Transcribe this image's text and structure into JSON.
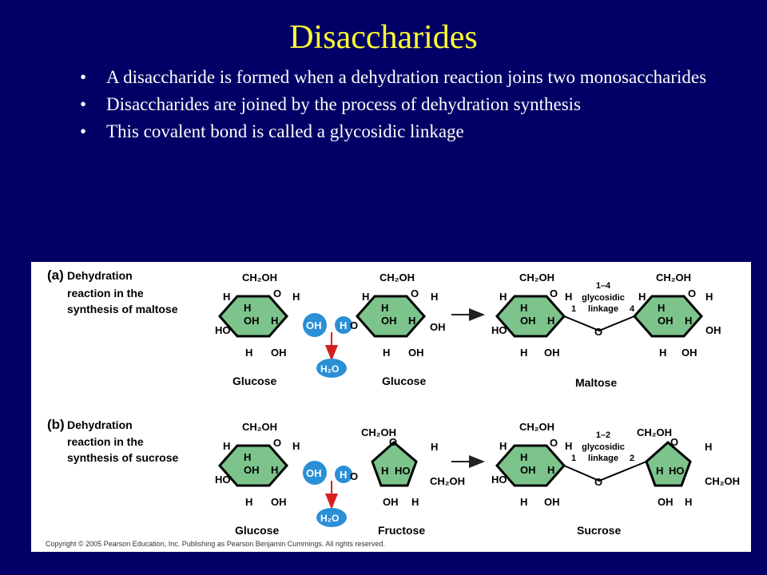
{
  "slide": {
    "title": "Disaccharides",
    "bullets": [
      "A disaccharide is formed when a dehydration reaction joins two monosaccharides",
      "Disaccharides are joined by the process of dehydration synthesis",
      "This covalent bond is called a glycosidic linkage"
    ],
    "bullet_glyph": "•"
  },
  "figure": {
    "panel_a": {
      "letter": "(a)",
      "caption_lines": [
        "Dehydration",
        "reaction in the",
        "synthesis  of maltose"
      ],
      "reactant_1": "Glucose",
      "reactant_2": "Glucose",
      "product": "Maltose",
      "linkage_lines": [
        "1–4",
        "glycosidic",
        "linkage"
      ],
      "linkage_carbon_left": "1",
      "linkage_carbon_right": "4"
    },
    "panel_b": {
      "letter": "(b)",
      "caption_lines": [
        "Dehydration",
        "reaction in the",
        "synthesis  of sucrose"
      ],
      "reactant_1": "Glucose",
      "reactant_2": "Fructose",
      "product": "Sucrose",
      "linkage_lines": [
        "1–2",
        "glycosidic",
        "linkage"
      ],
      "linkage_carbon_left": "1",
      "linkage_carbon_right": "2"
    },
    "oh_label": "OH",
    "h_label": "H",
    "water_label": "H₂O",
    "atom_labels": {
      "ch2oh": "CH₂OH",
      "h": "H",
      "oh": "OH",
      "ho": "HO",
      "o": "O"
    },
    "copyright": "Copyright © 2005 Pearson Education, Inc. Publishing as Pearson Benjamin Cummings. All rights reserved."
  },
  "colors": {
    "background": "#000066",
    "title": "#ffff33",
    "ring_fill": "#7cc48c",
    "highlight": "#2b8fd6",
    "water_arrow": "#d62020"
  }
}
